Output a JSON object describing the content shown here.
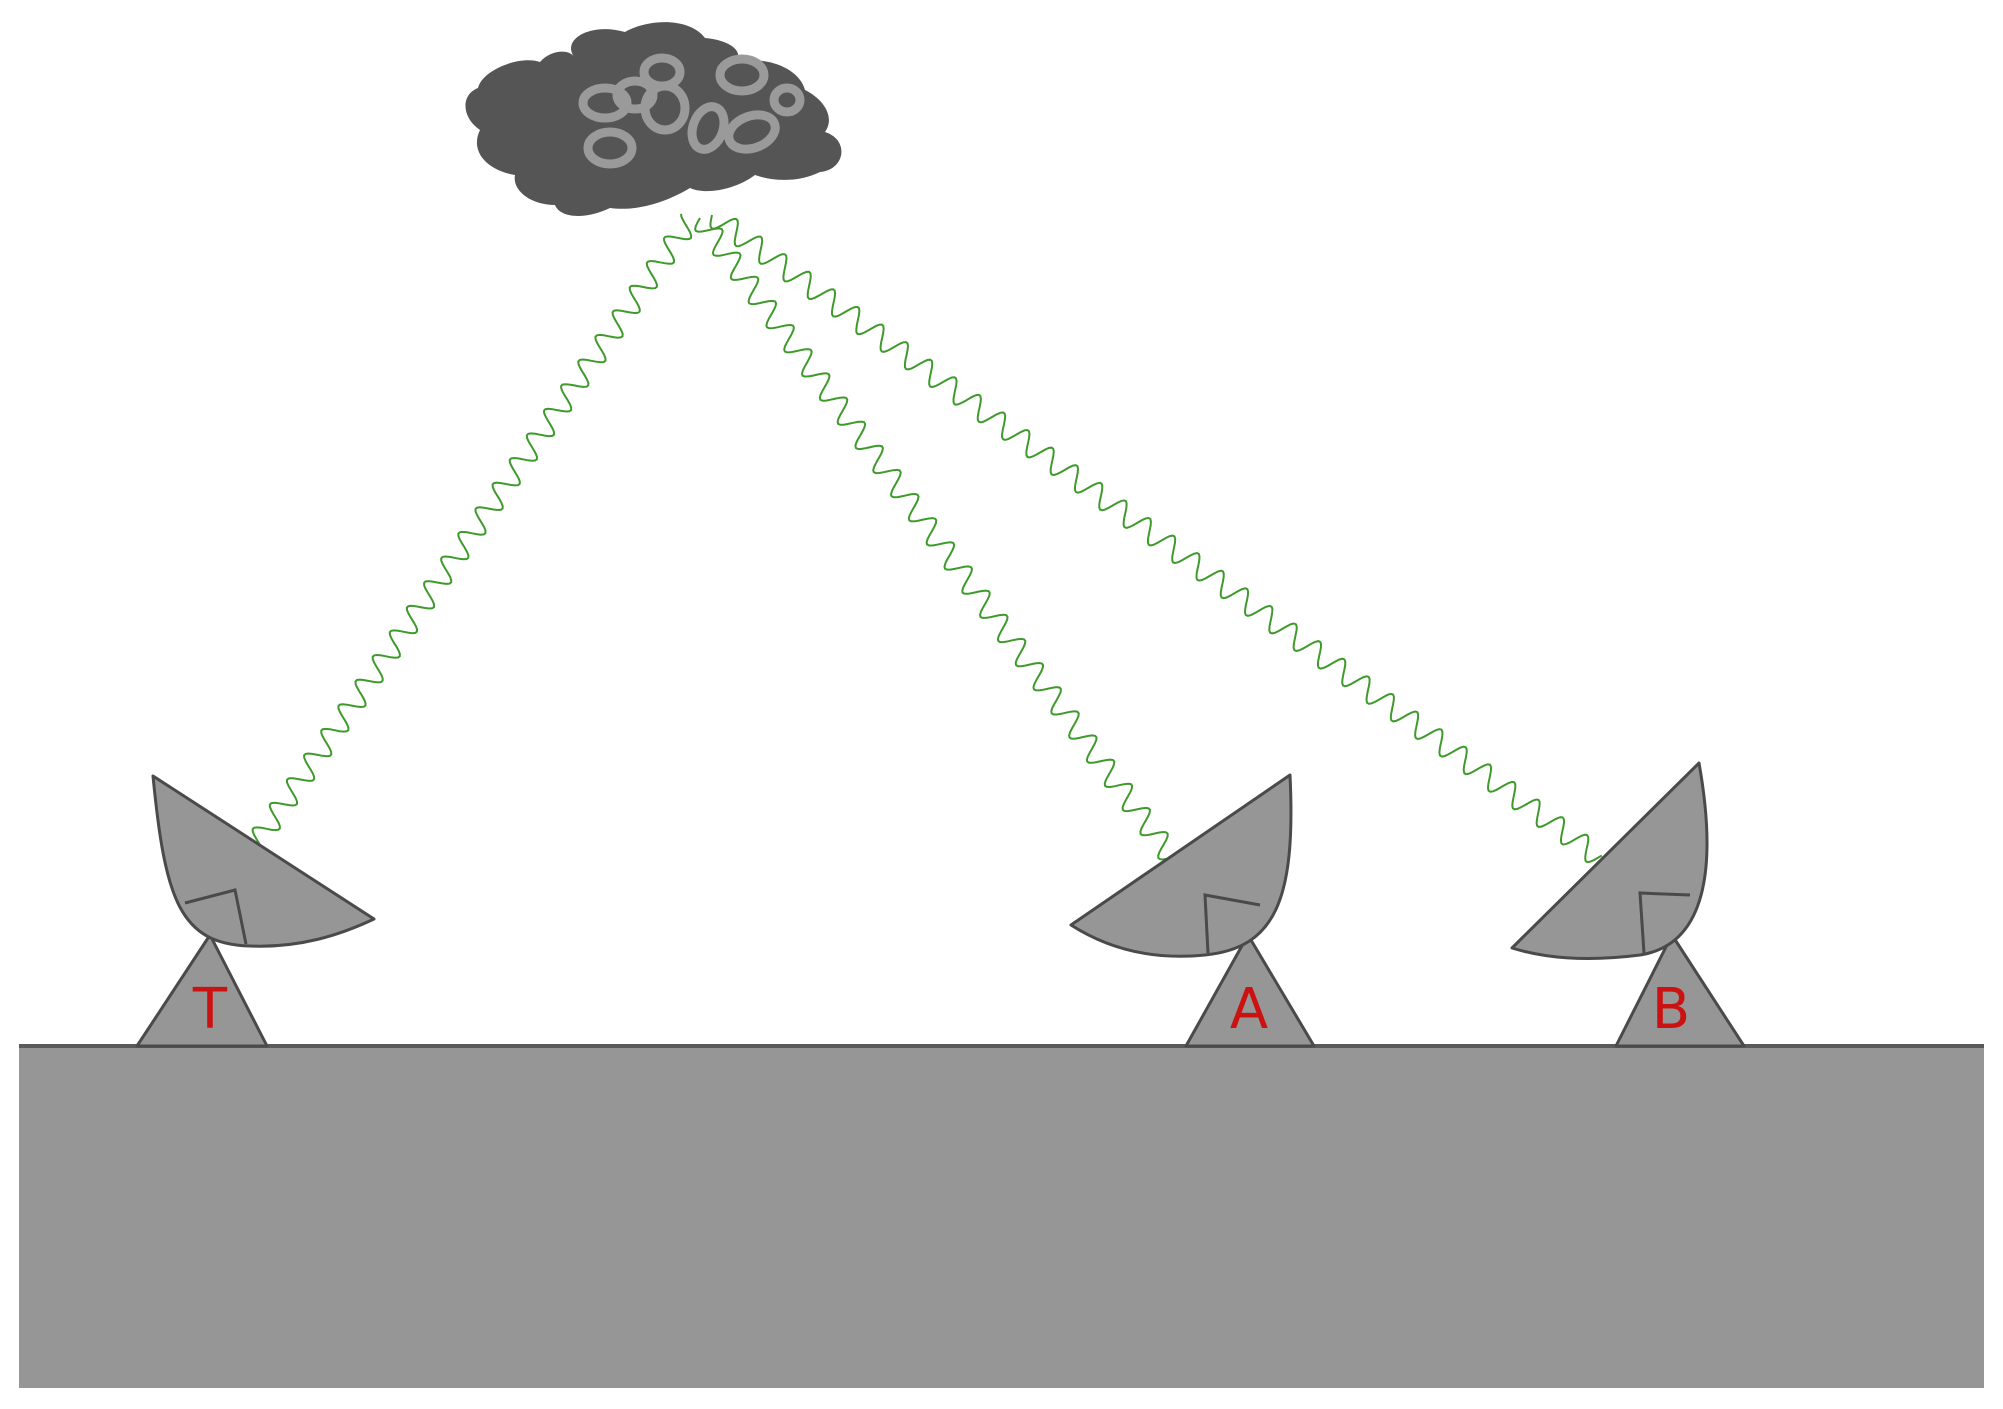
{
  "colors": {
    "background": "#ffffff",
    "ground_fill": "#969696",
    "ground_line": "#5a5a5a",
    "dish_fill": "#969696",
    "dish_stroke": "#4a4a4a",
    "cloud_fill": "#555555",
    "cloud_blob": "#9a9a9a",
    "wave": "#3f9a2c",
    "label": "#cc1111"
  },
  "icons": {
    "cloud": "scattering-cloud-icon",
    "dish": "radar-dish-icon"
  },
  "dishes": [
    {
      "id": "T",
      "label": "T"
    },
    {
      "id": "A",
      "label": "A"
    },
    {
      "id": "B",
      "label": "B"
    }
  ]
}
